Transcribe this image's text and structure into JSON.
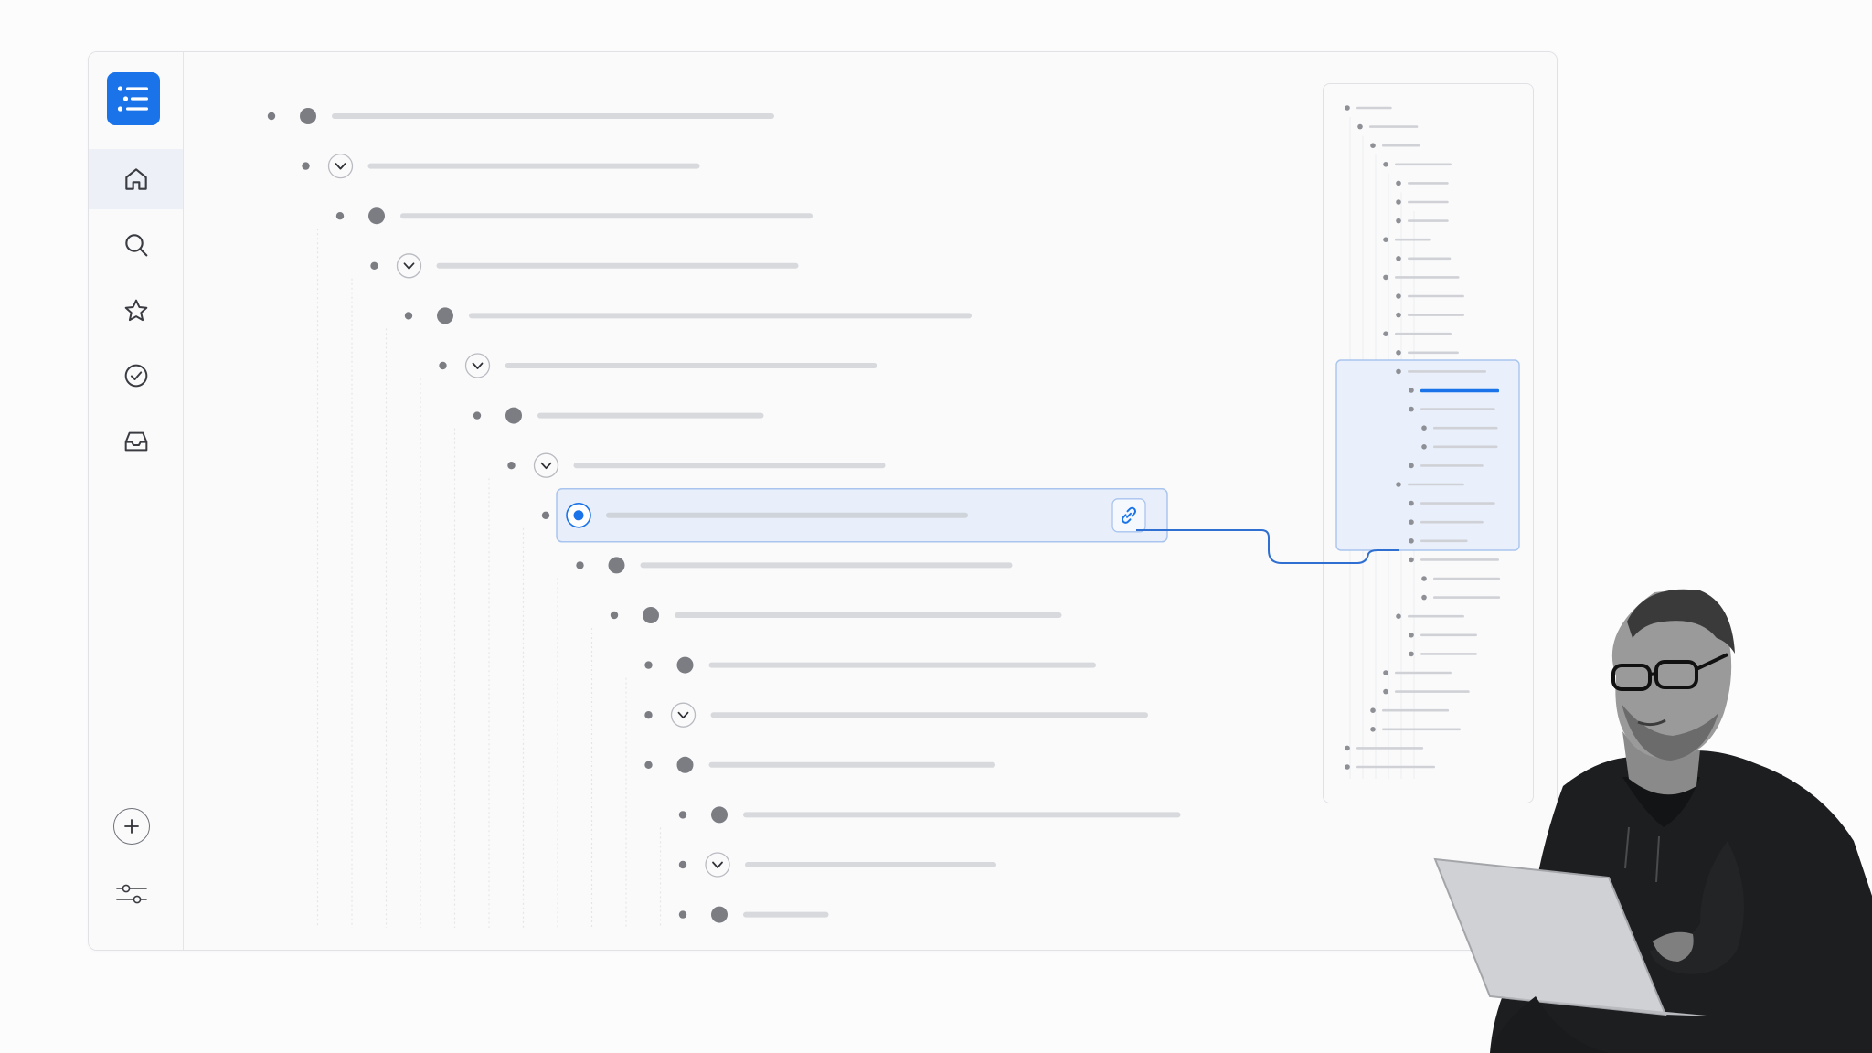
{
  "app": {
    "colors": {
      "accent": "#1a73e8",
      "selection_fill": "#e8effa",
      "selection_border": "#a9c4ee",
      "line_gray": "#d8d9dd",
      "bullet_gray": "#7b7d83"
    }
  },
  "sidebar": {
    "logo_icon": "bulleted-list-icon",
    "items": [
      {
        "id": "home",
        "icon": "home-icon",
        "active": true
      },
      {
        "id": "search",
        "icon": "search-icon",
        "active": false
      },
      {
        "id": "favorites",
        "icon": "star-icon",
        "active": false
      },
      {
        "id": "tasks",
        "icon": "check-circle-icon",
        "active": false
      },
      {
        "id": "inbox",
        "icon": "inbox-icon",
        "active": false
      }
    ],
    "bottom": [
      {
        "id": "add",
        "icon": "plus-icon"
      },
      {
        "id": "settings",
        "icon": "sliders-icon"
      }
    ]
  },
  "outline": {
    "nodes": [
      {
        "depth": 0,
        "kind": "bullet",
        "text_len": 0.88
      },
      {
        "depth": 1,
        "kind": "collapse",
        "text_len": 0.66
      },
      {
        "depth": 2,
        "kind": "bullet",
        "text_len": 0.82
      },
      {
        "depth": 3,
        "kind": "collapse",
        "text_len": 0.72
      },
      {
        "depth": 4,
        "kind": "bullet",
        "text_len": 1.0
      },
      {
        "depth": 5,
        "kind": "collapse",
        "text_len": 0.74
      },
      {
        "depth": 6,
        "kind": "bullet",
        "text_len": 0.45
      },
      {
        "depth": 7,
        "kind": "collapse",
        "text_len": 0.62
      },
      {
        "depth": 8,
        "kind": "selected",
        "text_len": 0.72,
        "action_icon": "link-icon"
      },
      {
        "depth": 9,
        "kind": "bullet",
        "text_len": 0.74
      },
      {
        "depth": 10,
        "kind": "bullet",
        "text_len": 0.77
      },
      {
        "depth": 11,
        "kind": "bullet",
        "text_len": 0.77
      },
      {
        "depth": 11,
        "kind": "collapse",
        "text_len": 0.87
      },
      {
        "depth": 11,
        "kind": "bullet",
        "text_len": 0.57
      },
      {
        "depth": 12,
        "kind": "bullet",
        "text_len": 0.87
      },
      {
        "depth": 12,
        "kind": "collapse",
        "text_len": 0.5
      },
      {
        "depth": 12,
        "kind": "bullet",
        "text_len": 0.17
      }
    ]
  },
  "minimap": {
    "highlighted_row": 15,
    "rows": [
      {
        "depth": 0,
        "len": 0.45
      },
      {
        "depth": 1,
        "len": 0.62
      },
      {
        "depth": 2,
        "len": 0.48
      },
      {
        "depth": 3,
        "len": 0.72
      },
      {
        "depth": 4,
        "len": 0.52
      },
      {
        "depth": 4,
        "len": 0.52
      },
      {
        "depth": 4,
        "len": 0.52
      },
      {
        "depth": 3,
        "len": 0.45
      },
      {
        "depth": 4,
        "len": 0.55
      },
      {
        "depth": 3,
        "len": 0.82
      },
      {
        "depth": 4,
        "len": 0.72
      },
      {
        "depth": 4,
        "len": 0.72
      },
      {
        "depth": 3,
        "len": 0.72
      },
      {
        "depth": 4,
        "len": 0.65
      },
      {
        "depth": 4,
        "len": 1.0
      },
      {
        "depth": 5,
        "len": 1.0
      },
      {
        "depth": 5,
        "len": 0.95
      },
      {
        "depth": 6,
        "len": 0.82
      },
      {
        "depth": 6,
        "len": 0.82
      },
      {
        "depth": 5,
        "len": 0.8
      },
      {
        "depth": 4,
        "len": 0.72
      },
      {
        "depth": 5,
        "len": 0.95
      },
      {
        "depth": 5,
        "len": 0.8
      },
      {
        "depth": 5,
        "len": 0.6
      },
      {
        "depth": 5,
        "len": 1.0
      },
      {
        "depth": 6,
        "len": 0.85
      },
      {
        "depth": 6,
        "len": 0.85
      },
      {
        "depth": 4,
        "len": 0.72
      },
      {
        "depth": 5,
        "len": 0.72
      },
      {
        "depth": 5,
        "len": 0.72
      },
      {
        "depth": 3,
        "len": 0.72
      },
      {
        "depth": 3,
        "len": 0.95
      },
      {
        "depth": 2,
        "len": 0.85
      },
      {
        "depth": 2,
        "len": 1.0
      },
      {
        "depth": 0,
        "len": 0.85
      },
      {
        "depth": 0,
        "len": 1.0
      }
    ]
  }
}
